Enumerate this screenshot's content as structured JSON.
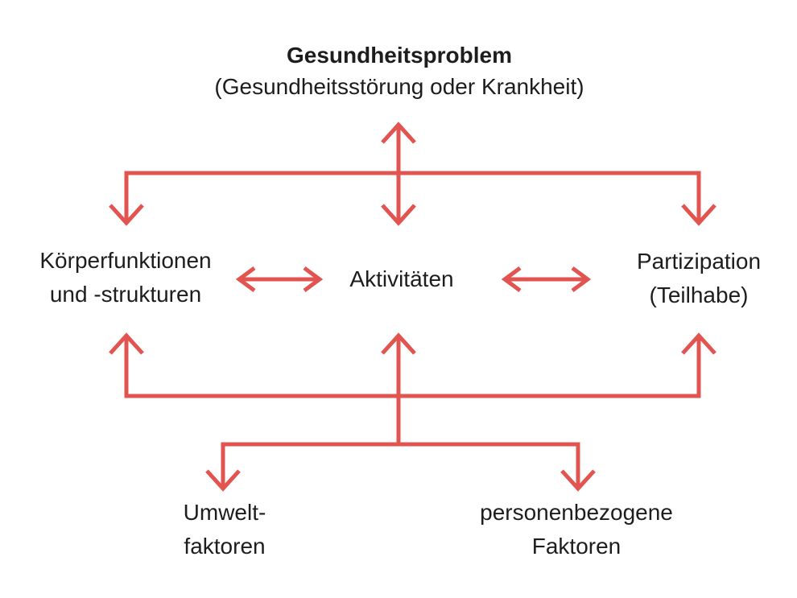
{
  "colors": {
    "arrow": "#e25450",
    "text": "#1d1d1d",
    "background": "#ffffff"
  },
  "title": {
    "line1": "Gesundheitsproblem",
    "line2": "(Gesundheitsstörung oder Krankheit)"
  },
  "nodes": {
    "body_functions": {
      "line1": "Körperfunktionen",
      "line2": "und -strukturen"
    },
    "activities": {
      "label": "Aktivitäten"
    },
    "participation": {
      "line1": "Partizipation",
      "line2": "(Teilhabe)"
    },
    "environmental_factors": {
      "line1": "Umwelt-",
      "line2": "faktoren"
    },
    "personal_factors": {
      "line1": "personenbezogene",
      "line2": "Faktoren"
    }
  }
}
